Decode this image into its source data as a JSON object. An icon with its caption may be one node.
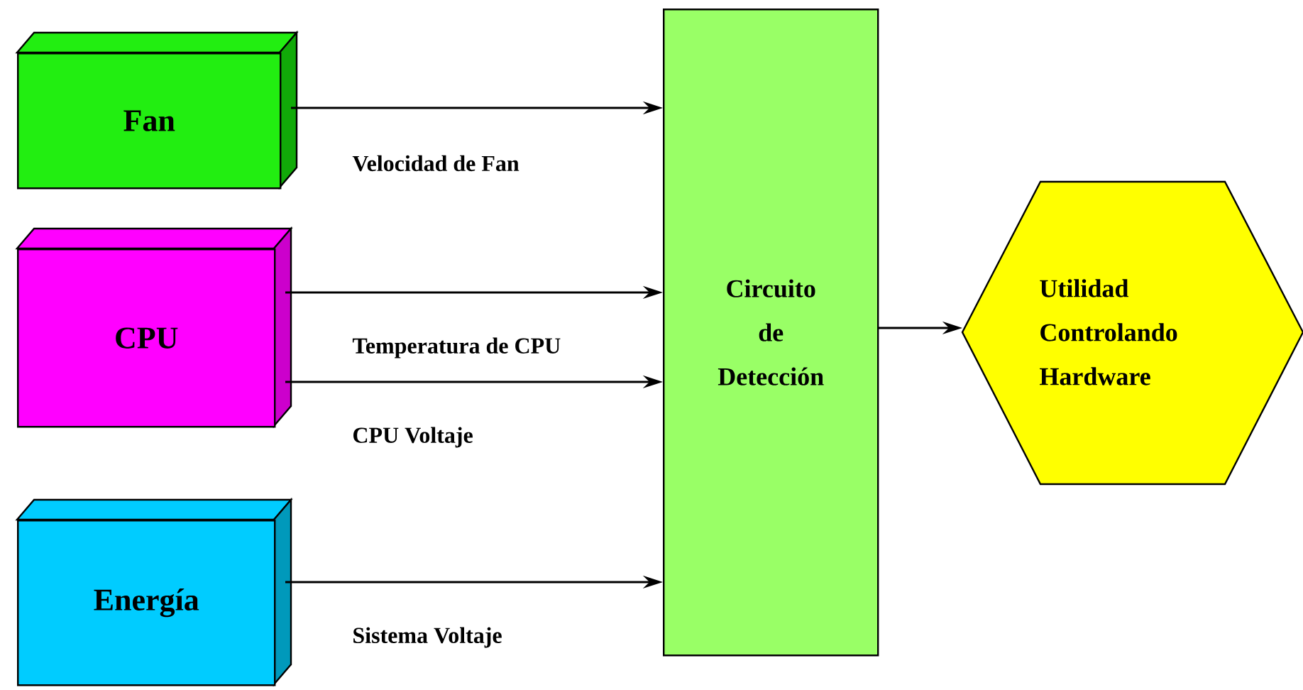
{
  "diagram": {
    "nodes": [
      {
        "text": [
          "Fan"
        ]
      },
      {
        "text": [
          "CPU"
        ]
      },
      {
        "text": [
          "Energía"
        ]
      },
      {
        "text": [
          "Circuito de Detección"
        ]
      },
      {
        "text": [
          "Utilidad Controlando Hardware"
        ]
      }
    ],
    "edges": [
      {
        "from": 0,
        "to": 3,
        "arrow": "to",
        "label": "Velocidad de Fan"
      },
      {
        "from": 1,
        "to": 3,
        "arrow": "to",
        "label": "Temperatura de CPU"
      },
      {
        "from": 1,
        "to": 3,
        "arrow": "to",
        "label": "CPU Voltaje"
      },
      {
        "from": 2,
        "to": 3,
        "arrow": "to",
        "label": "Sistema Voltaje"
      },
      {
        "from": 3,
        "to": 4,
        "arrow": "to"
      }
    ]
  }
}
